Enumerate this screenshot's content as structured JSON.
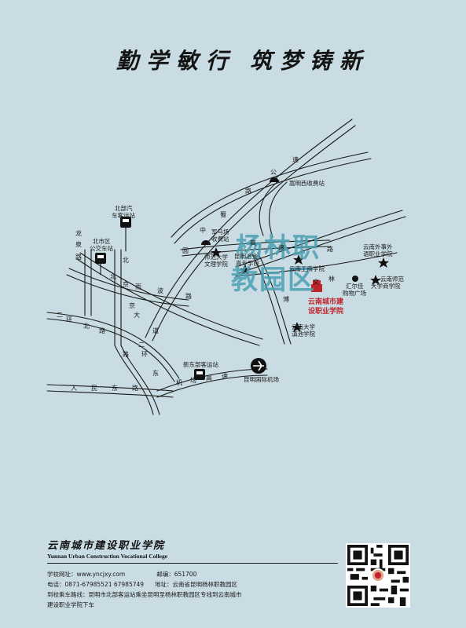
{
  "slogan": {
    "left": "勤学敏行",
    "right": "筑梦铸新"
  },
  "map": {
    "watermark": [
      "杨林职",
      "教园区"
    ],
    "school": [
      "云南城市建",
      "设职业学院"
    ],
    "places": {
      "songming_toll": "嵩明西收费站",
      "beibu_station": [
        "北部汽",
        "车客运站"
      ],
      "beishiqu_station": [
        "北市区",
        "公交车站"
      ],
      "junmachang": [
        "军马场",
        "收费站"
      ],
      "shifan_wenli": [
        "师范大学",
        "文理学院"
      ],
      "kunming_yeji": [
        "昆明冶金",
        "高专学院"
      ],
      "gongshang": "云南工商学院",
      "waishi": [
        "云南外事外",
        "语职业学院"
      ],
      "shifan_shangxue": [
        "云南师范",
        "大学商学院"
      ],
      "huierjia": [
        "汇尔佳",
        "购物广场"
      ],
      "dianchi": [
        "云南大学",
        "滇池学院"
      ],
      "xindongbu_station": "新东部客运站",
      "airport": "昆明国际机场"
    },
    "road_chars": {
      "zhong": "中",
      "yuan": "圆",
      "gao": "高",
      "su": "速",
      "lu": "路",
      "shu": "蜀",
      "gong": "公",
      "wen": "文",
      "lin": "林",
      "bo": "博",
      "long": "龙",
      "quan": "泉",
      "bei": "北",
      "jing": "京",
      "lu_cn": "路",
      "huan": "环",
      "da": "大",
      "dao": "道",
      "er": "二",
      "yu": "雨",
      "bo2": "波",
      "dong": "东",
      "ji": "机",
      "chang": "场",
      "ren": "人",
      "min": "民",
      "lu3": "路"
    },
    "roads_labels": {
      "renmin": [
        "人",
        "民",
        "东",
        "路"
      ],
      "jichang": [
        "机",
        "场",
        "高",
        "速"
      ]
    }
  },
  "footer": {
    "school_cn": "云南城市建设职业学院",
    "school_en": "Yunnan Urban Construction Vocational College",
    "website": "学校网址：www.yncjxy.com",
    "postcode": "邮编：651700",
    "phone": "电话：0871-67985521  67985749",
    "address": "地址：云南省昆明杨林职教园区",
    "route_line1": "到校乘车路线：昆明市北部客运站乘坐昆明至杨林职教园区专线到云南城市",
    "route_line2": "建设职业学院下车"
  },
  "qr": {
    "alt": "qr-code"
  }
}
